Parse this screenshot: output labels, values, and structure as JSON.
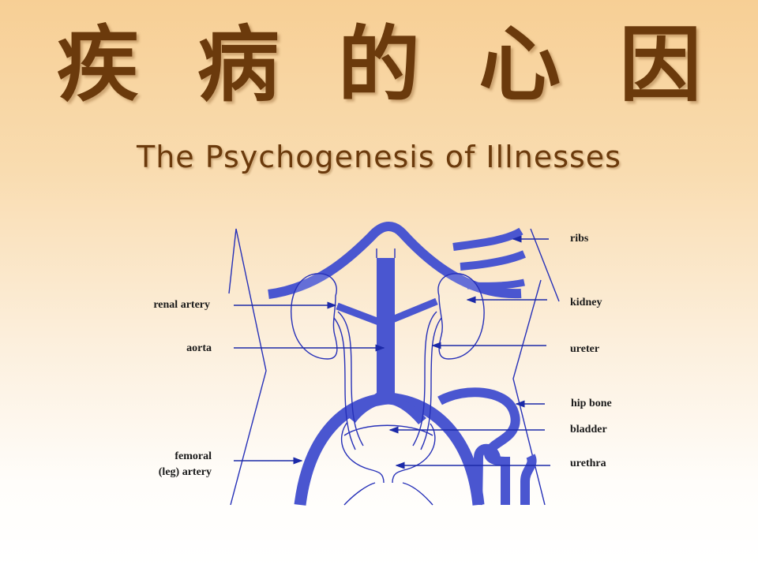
{
  "slide": {
    "title": "疾 病 的 心 因",
    "subtitle": "The Psychogenesis of Illnesses"
  },
  "diagram": {
    "color": "#3a46c8",
    "labels_left": {
      "renal_artery": "renal artery",
      "aorta": "aorta",
      "femoral_1": "femoral",
      "femoral_2": "(leg) artery"
    },
    "labels_right": {
      "ribs": "ribs",
      "kidney": "kidney",
      "ureter": "ureter",
      "hip_bone": "hip bone",
      "bladder": "bladder",
      "urethra": "urethra"
    }
  }
}
